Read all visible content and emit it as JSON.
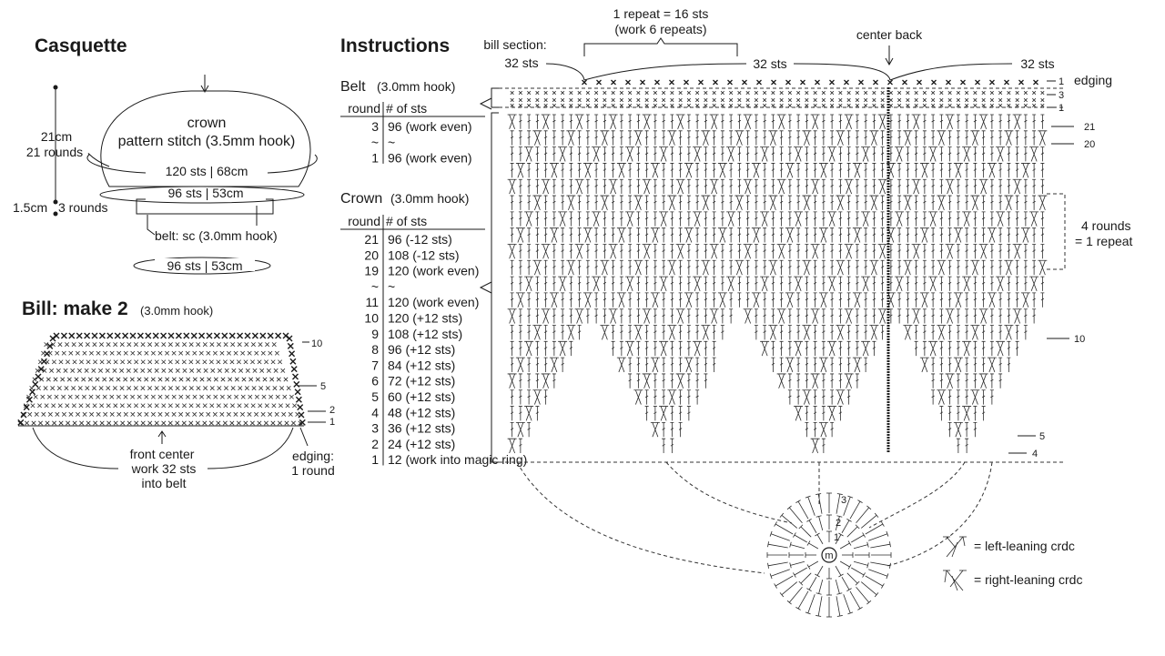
{
  "casquette": {
    "title": "Casquette",
    "crown_label": "crown",
    "crown_sub": "pattern stitch (3.5mm hook)",
    "height_crown": "21cm",
    "height_crown_rounds": "21 rounds",
    "crown_circ": "120 sts | 68cm",
    "belt_top": "96 sts | 53cm",
    "belt_height": "1.5cm",
    "belt_rounds": "3 rounds",
    "belt_label": "belt: sc (3.0mm hook)",
    "belt_bottom": "96 sts | 53cm"
  },
  "bill": {
    "title": "Bill: make 2",
    "hook": "(3.0mm hook)",
    "round_10": "10",
    "round_5": "5",
    "round_2": "2",
    "round_1": "1",
    "front_center": "front center",
    "work_into": "work 32 sts",
    "work_into2": "into belt",
    "edging": "edging:",
    "edging2": "1 round"
  },
  "instructions": {
    "title": "Instructions",
    "belt_title": "Belt",
    "belt_hook": "(3.0mm hook)",
    "col_round": "round",
    "col_sts": "# of sts",
    "belt_rows": [
      {
        "round": "3",
        "sts": "96 (work even)"
      },
      {
        "round": "~",
        "sts": "~"
      },
      {
        "round": "1",
        "sts": "96 (work even)"
      }
    ],
    "crown_title": "Crown",
    "crown_hook": "(3.0mm hook)",
    "crown_rows": [
      {
        "round": "21",
        "sts": "96 (-12 sts)"
      },
      {
        "round": "20",
        "sts": "108 (-12 sts)"
      },
      {
        "round": "19",
        "sts": "120 (work even)"
      },
      {
        "round": "~",
        "sts": "~"
      },
      {
        "round": "11",
        "sts": "120 (work even)"
      },
      {
        "round": "10",
        "sts": "120 (+12 sts)"
      },
      {
        "round": "9",
        "sts": "108 (+12 sts)"
      },
      {
        "round": "8",
        "sts": "96 (+12 sts)"
      },
      {
        "round": "7",
        "sts": "84 (+12 sts)"
      },
      {
        "round": "6",
        "sts": "72 (+12 sts)"
      },
      {
        "round": "5",
        "sts": "60 (+12 sts)"
      },
      {
        "round": "4",
        "sts": "48 (+12 sts)"
      },
      {
        "round": "3",
        "sts": "36 (+12 sts)"
      },
      {
        "round": "2",
        "sts": "24 (+12 sts)"
      },
      {
        "round": "1",
        "sts": "12 (work into magic ring)"
      }
    ]
  },
  "chart": {
    "repeat_label": "1 repeat = 16 sts",
    "repeat_sub": "(work 6 repeats)",
    "center_back": "center back",
    "bill_section": "bill section:",
    "bill_sts": "32 sts",
    "mid_sts": "32 sts",
    "right_sts": "32 sts",
    "edging_num": "1",
    "edging_label": "edging",
    "belt_3": "3",
    "belt_1": "1",
    "r21": "21",
    "r20": "20",
    "rounds_repeat": "4 rounds",
    "rounds_repeat2": "= 1 repeat",
    "r10": "10",
    "r5": "5",
    "r4": "4",
    "ring_m": "m",
    "ring_1": "1",
    "ring_2": "2",
    "ring_3": "3"
  },
  "legend": {
    "left": "= left-leaning crdc",
    "right": "= right-leaning crdc"
  }
}
